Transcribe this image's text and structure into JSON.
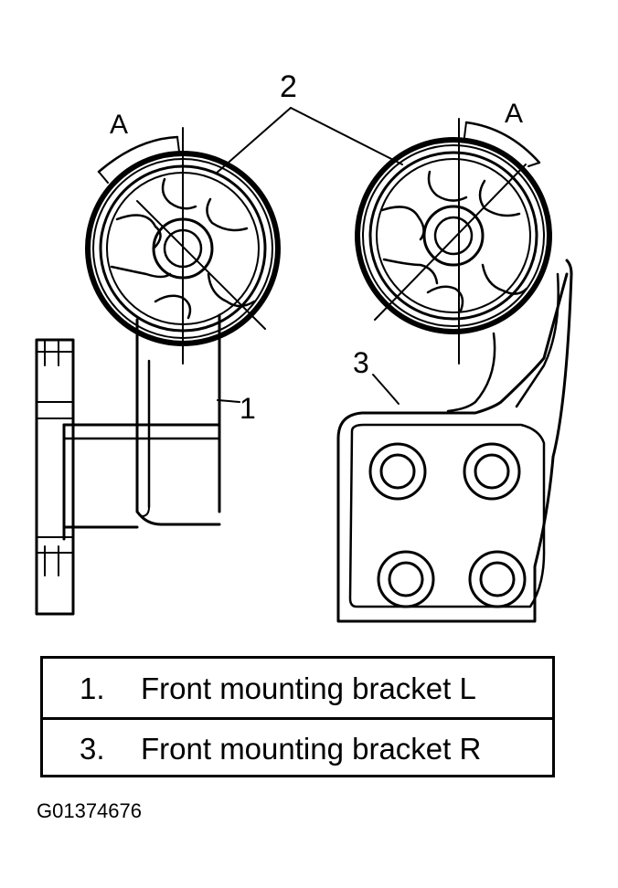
{
  "callouts": {
    "label_2": "2",
    "label_a_left": "A",
    "label_a_right": "A",
    "label_1": "1",
    "label_3": "3"
  },
  "legend": [
    {
      "num": "1.",
      "text": "Front mounting bracket L"
    },
    {
      "num": "3.",
      "text": "Front mounting bracket R"
    }
  ],
  "figure_code": "G01374676"
}
